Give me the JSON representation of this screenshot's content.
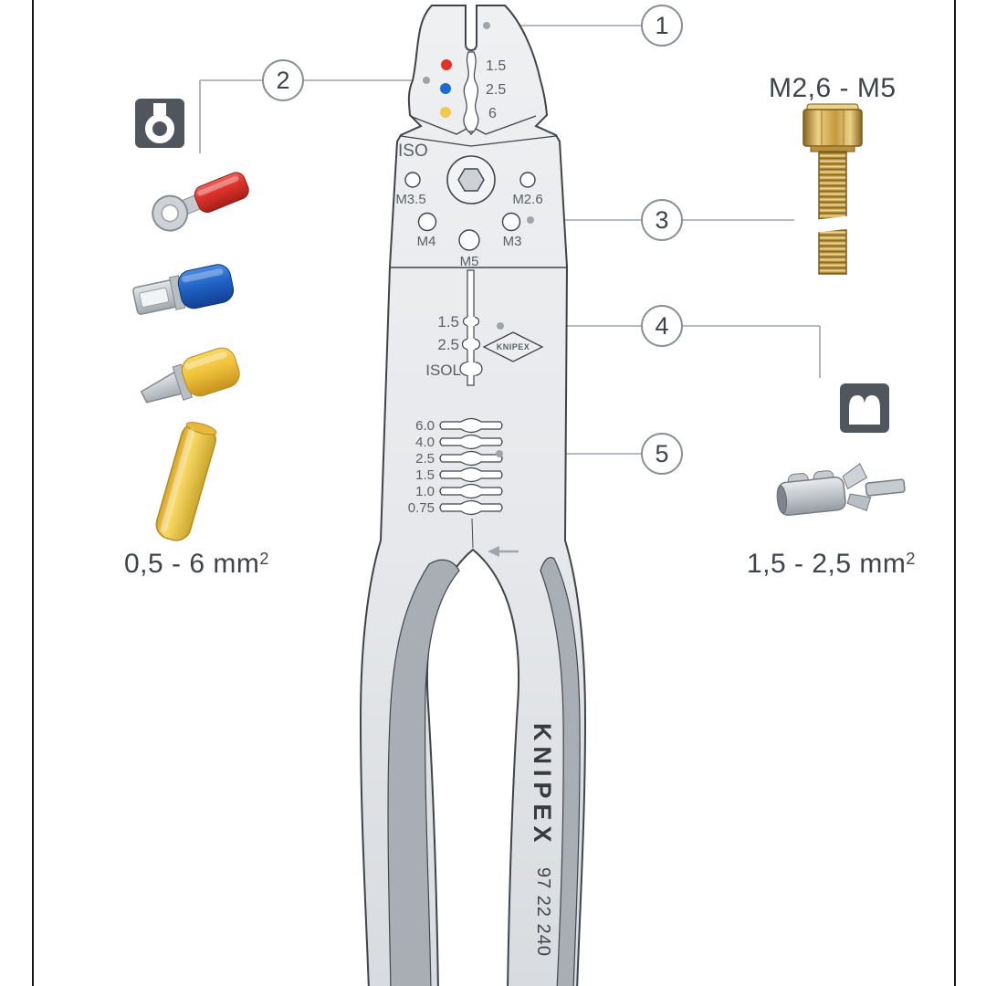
{
  "callouts": {
    "n1": "1",
    "n2": "2",
    "n3": "3",
    "n4": "4",
    "n5": "5"
  },
  "tool": {
    "crimp_head": {
      "sizes": [
        "1.5",
        "2.5",
        "6"
      ]
    },
    "bolt_cutter": {
      "iso": "ISO",
      "holes": [
        "M3.5",
        "M2.6",
        "M4",
        "M3",
        "M5"
      ]
    },
    "stripper": {
      "sizes": [
        "1.5",
        "2.5",
        "ISOL"
      ],
      "logo": "KNIPEX"
    },
    "crimp_zone": {
      "sizes": [
        "6.0",
        "4.0",
        "2.5",
        "1.5",
        "1.0",
        "0.75"
      ]
    },
    "handle": {
      "brand": "KNIPEX",
      "model": "97 22 240"
    }
  },
  "labels": {
    "left_range": "0,5 - 6 mm",
    "left_range_sup": "2",
    "bolt_range": "M2,6 - M5",
    "right_range": "1,5 - 2,5 mm",
    "right_range_sup": "2"
  },
  "colors": {
    "dot_red": "#e23328",
    "dot_blue": "#1e6bd0",
    "dot_yellow": "#f3c94e"
  }
}
